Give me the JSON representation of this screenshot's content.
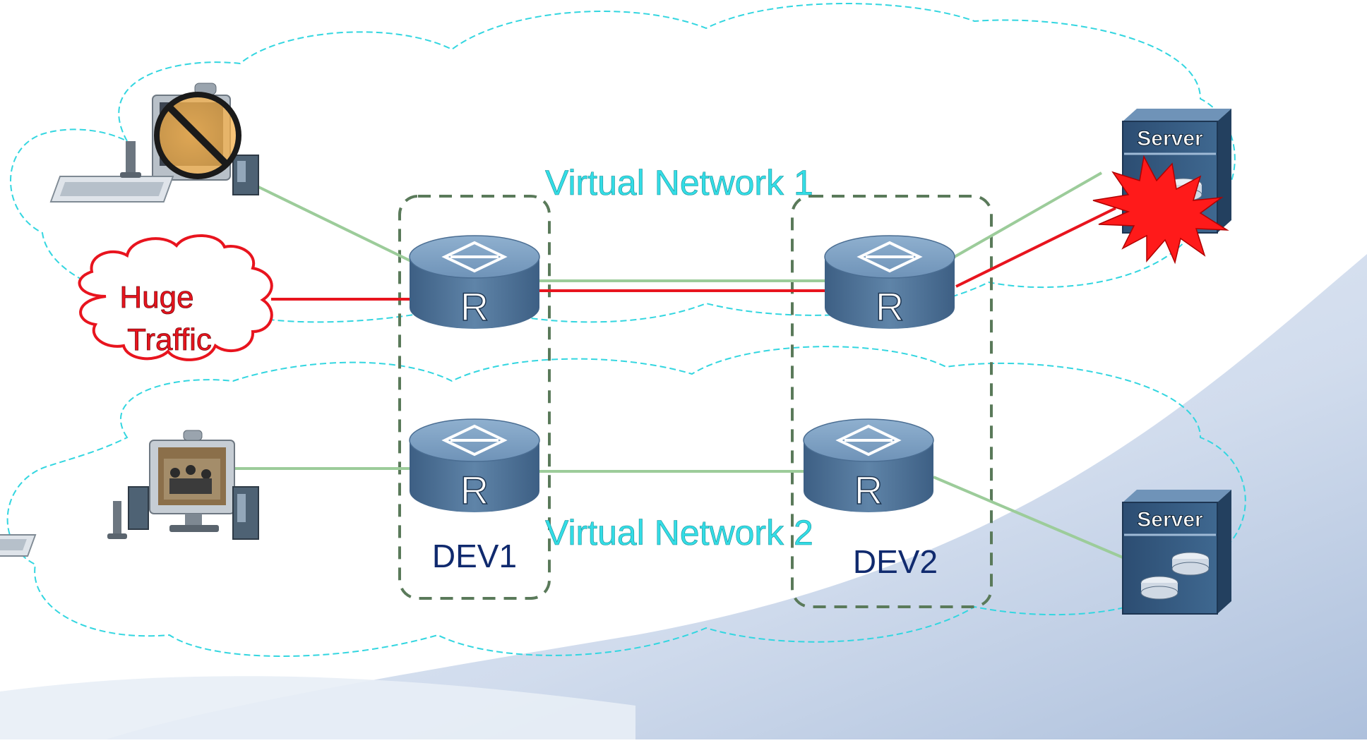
{
  "labels": {
    "virtual_network_1": "Virtual Network 1",
    "virtual_network_2": "Virtual Network 2",
    "huge_traffic_line1": "Huge",
    "huge_traffic_line2": "Traffic",
    "dev1": "DEV1",
    "dev2": "DEV2",
    "router_letter": "R",
    "server_label": "Server"
  },
  "colors": {
    "cloud_outline": "#33d6e0",
    "traffic_red": "#e8141e",
    "link_green": "#9ccc9a",
    "device_box": "#5a7a5a",
    "network_label": "#33dde6",
    "dev_label": "#102a6e",
    "router_body": "#5f84a8",
    "server_body": "#2f5278"
  },
  "icons": {
    "terminal_blocked": "video-terminal-blocked-icon",
    "terminal_ok": "video-terminal-icon",
    "router": "router-icon",
    "server": "server-icon",
    "explosion": "explosion-icon",
    "traffic_cloud": "traffic-cloud-icon"
  }
}
